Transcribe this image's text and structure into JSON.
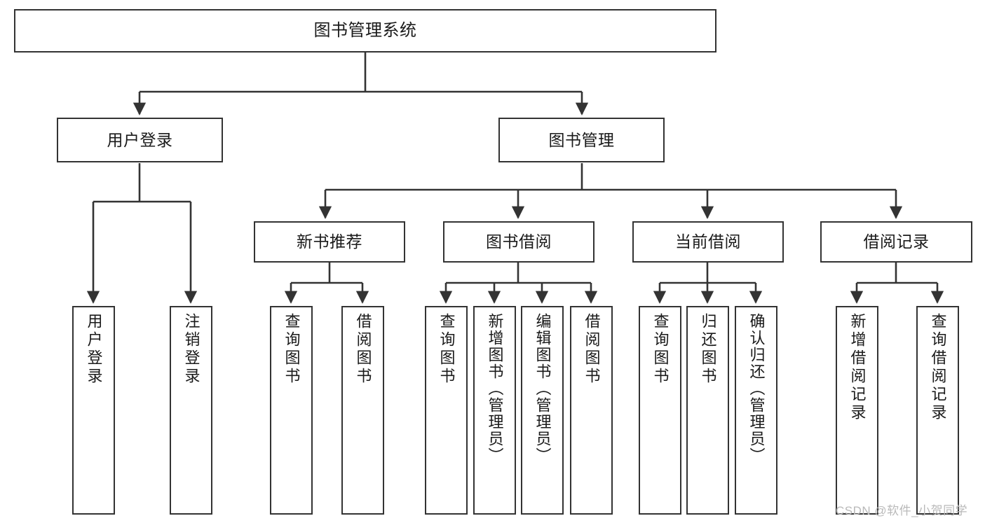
{
  "diagram": {
    "title": "图书管理系统",
    "watermark": "CSDN @软件_小贺同学",
    "colors": {
      "box_border": "#333333",
      "box_fill": "#ffffff",
      "edge": "#333333",
      "text": "#1a1a1a",
      "watermark": "#b9b9b9"
    },
    "nodes": {
      "root": "图书管理系统",
      "l2_user_login": "用户登录",
      "l2_book_manage": "图书管理",
      "l3_new_book_rec": "新书推荐",
      "l3_book_borrow": "图书借阅",
      "l3_current_borrow": "当前借阅",
      "l3_borrow_record": "借阅记录",
      "leaf_user_login": "用户登录",
      "leaf_logout": "注销登录",
      "leaf_rec_query_book": "查询图书",
      "leaf_rec_borrow_book": "借阅图书",
      "leaf_borrow_query_book": "查询图书",
      "leaf_add_book_admin": "新增图书（管理员）",
      "leaf_edit_book_admin": "编辑图书（管理员）",
      "leaf_borrow_book": "借阅图书",
      "leaf_cur_query_book": "查询图书",
      "leaf_return_book": "归还图书",
      "leaf_confirm_return_admin": "确认归还（管理员）",
      "leaf_add_borrow_record": "新增借阅记录",
      "leaf_query_borrow_record": "查询借阅记录"
    }
  }
}
